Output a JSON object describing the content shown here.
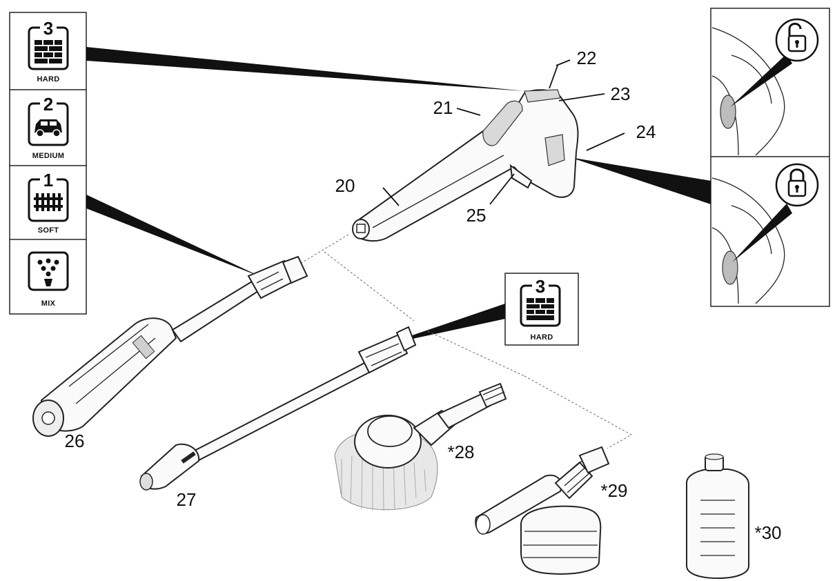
{
  "modes": [
    {
      "number": "3",
      "label": "HARD",
      "icon": "brick-wall-icon"
    },
    {
      "number": "2",
      "label": "MEDIUM",
      "icon": "car-icon"
    },
    {
      "number": "1",
      "label": "SOFT",
      "icon": "fence-icon"
    },
    {
      "number": "",
      "label": "MIX",
      "icon": "spray-mix-icon"
    }
  ],
  "hard_callout": {
    "number": "3",
    "label": "HARD",
    "icon": "brick-wall-icon"
  },
  "lock_states": [
    {
      "icon": "padlock-unlocked-icon"
    },
    {
      "icon": "padlock-locked-icon"
    }
  ],
  "part_labels": {
    "p20": "20",
    "p21": "21",
    "p22": "22",
    "p23": "23",
    "p24": "24",
    "p25": "25",
    "p26": "26",
    "p27": "27",
    "p28": "*28",
    "p29": "*29",
    "p30": "*30"
  }
}
